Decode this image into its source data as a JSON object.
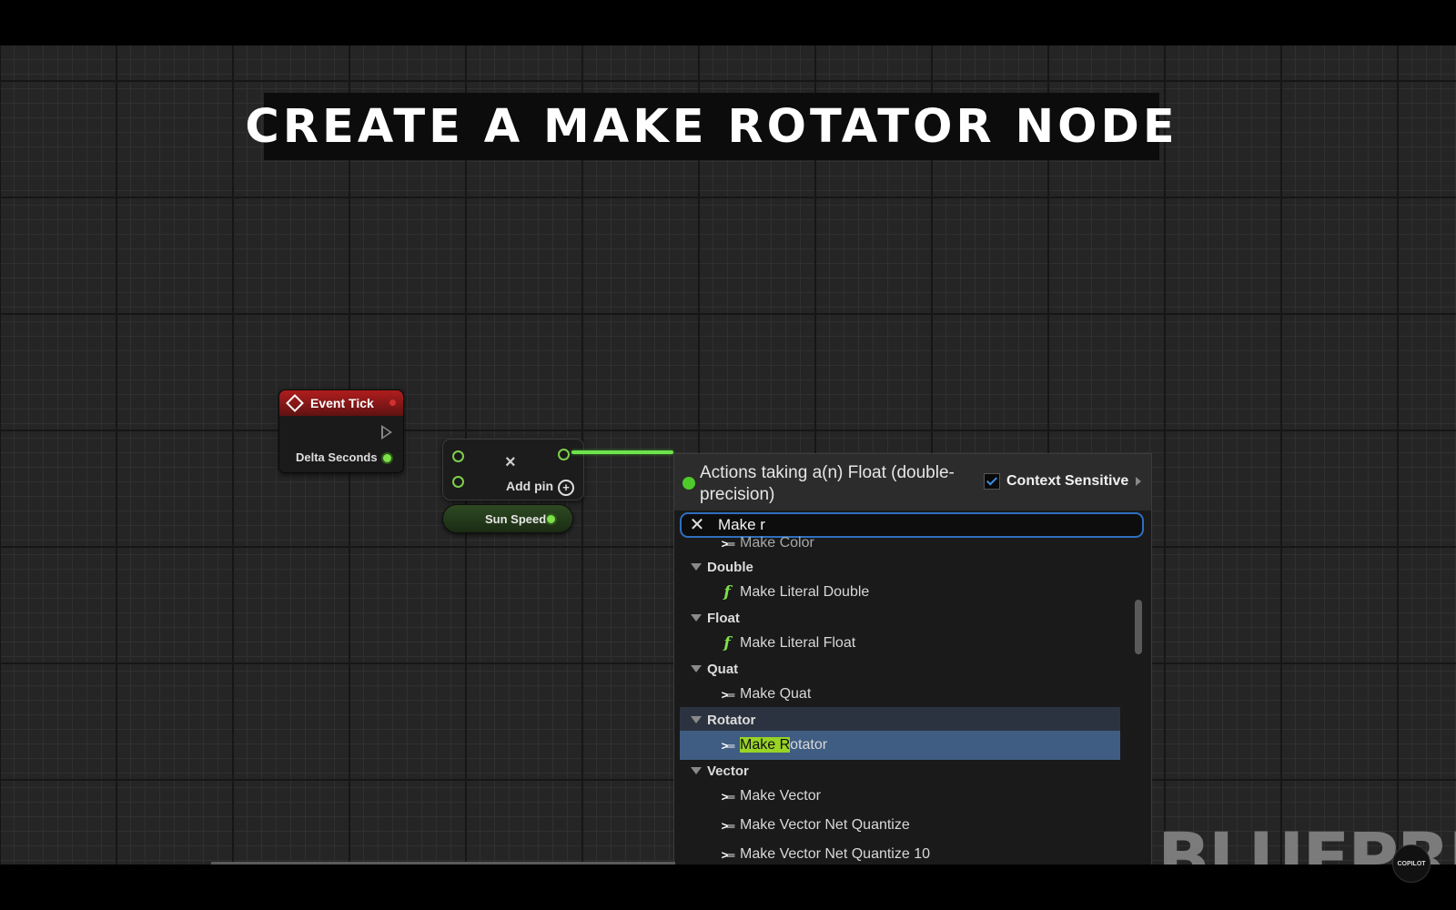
{
  "overlay": {
    "title": "CREATE A MAKE ROTATOR NODE"
  },
  "nodes": {
    "event_tick": {
      "title": "Event Tick",
      "pin_label": "Delta Seconds"
    },
    "add": {
      "symbol": "×",
      "add_pin_label": "Add pin"
    },
    "variable": {
      "label": "Sun Speed"
    }
  },
  "action_menu": {
    "header": "Actions taking a(n) Float (double-precision)",
    "context_sensitive_label": "Context Sensitive",
    "context_sensitive_checked": true,
    "search": {
      "value": "Make r"
    },
    "entries": [
      {
        "kind": "item",
        "icon": "make-struct-icon",
        "label": "Make Color"
      },
      {
        "kind": "category",
        "label": "Double"
      },
      {
        "kind": "item",
        "icon": "function-icon",
        "label": "Make Literal Double"
      },
      {
        "kind": "category",
        "label": "Float"
      },
      {
        "kind": "item",
        "icon": "function-icon",
        "label": "Make Literal Float"
      },
      {
        "kind": "category",
        "label": "Quat"
      },
      {
        "kind": "item",
        "icon": "make-struct-icon",
        "label": "Make Quat"
      },
      {
        "kind": "category",
        "label": "Rotator"
      },
      {
        "kind": "item",
        "icon": "make-struct-icon",
        "label": "Make Rotator",
        "highlight": "Make R",
        "rest": "otator",
        "selected": true
      },
      {
        "kind": "category",
        "label": "Vector"
      },
      {
        "kind": "item",
        "icon": "make-struct-icon",
        "label": "Make Vector"
      },
      {
        "kind": "item",
        "icon": "make-struct-icon",
        "label": "Make Vector Net Quantize"
      },
      {
        "kind": "item",
        "icon": "make-struct-icon",
        "label": "Make Vector Net Quantize 10"
      }
    ]
  },
  "watermark": "BLUEPRIN",
  "badge": "COPILOT",
  "colors": {
    "selection": "#3f5d82",
    "highlight": "#98d326",
    "search_border": "#2f6fbf",
    "wire": "#6ee34d"
  }
}
